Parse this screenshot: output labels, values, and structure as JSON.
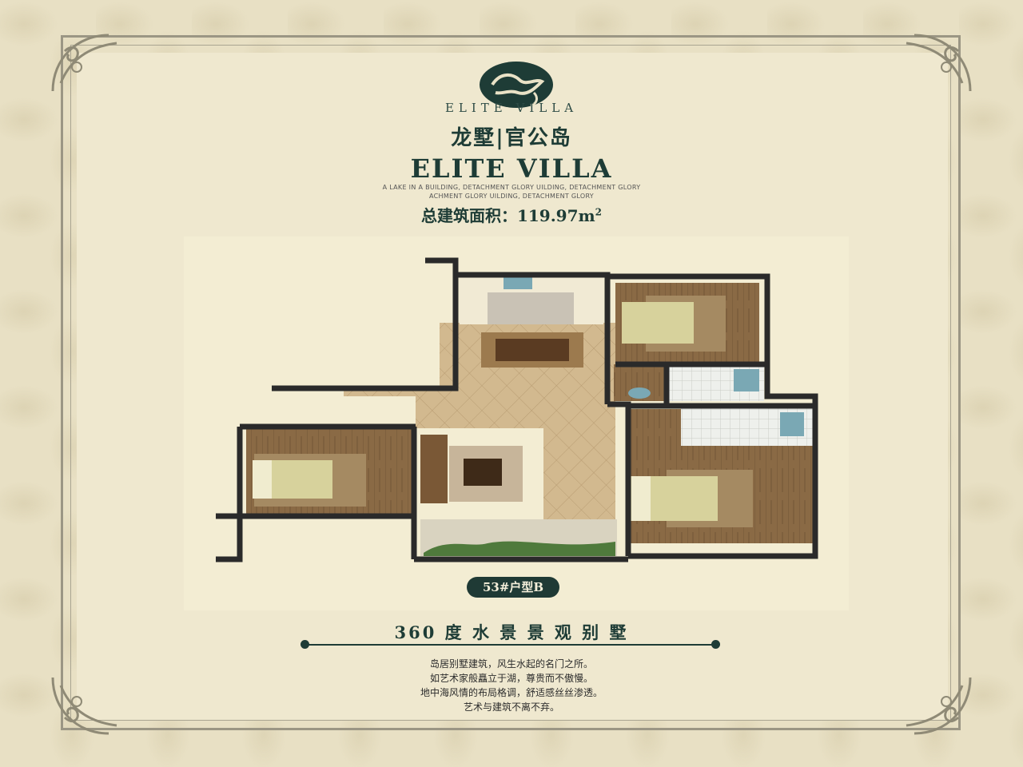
{
  "brand": {
    "logo_text": "ELITE VILLA",
    "name_cn": "龙墅|官公岛",
    "name_en": "ELITE VILLA",
    "tagline": [
      "A LAKE IN A BUILDING, DETACHMENT GLORY UILDING, DETACHMENT GLORY",
      "ACHMENT GLORY UILDING, DETACHMENT GLORY"
    ]
  },
  "area_label": "总建筑面积：119.97m",
  "area_sup": "2",
  "unit_type": "53#户型B",
  "heading": "360 度 水 景 景 观 别 墅",
  "description": [
    "岛居别墅建筑，风生水起的名门之所。",
    "如艺术家般矗立于湖，尊贵而不傲慢。",
    "地中海风情的布局格调，舒适感丝丝渗透。",
    "艺术与建筑不离不弃。"
  ],
  "colors": {
    "brand_green": "#1e3c36",
    "background": "#e9e2c6",
    "wood_floor": "#8a6a45",
    "tile_floor": "#cdb38c",
    "wall": "#2a2a2a"
  }
}
